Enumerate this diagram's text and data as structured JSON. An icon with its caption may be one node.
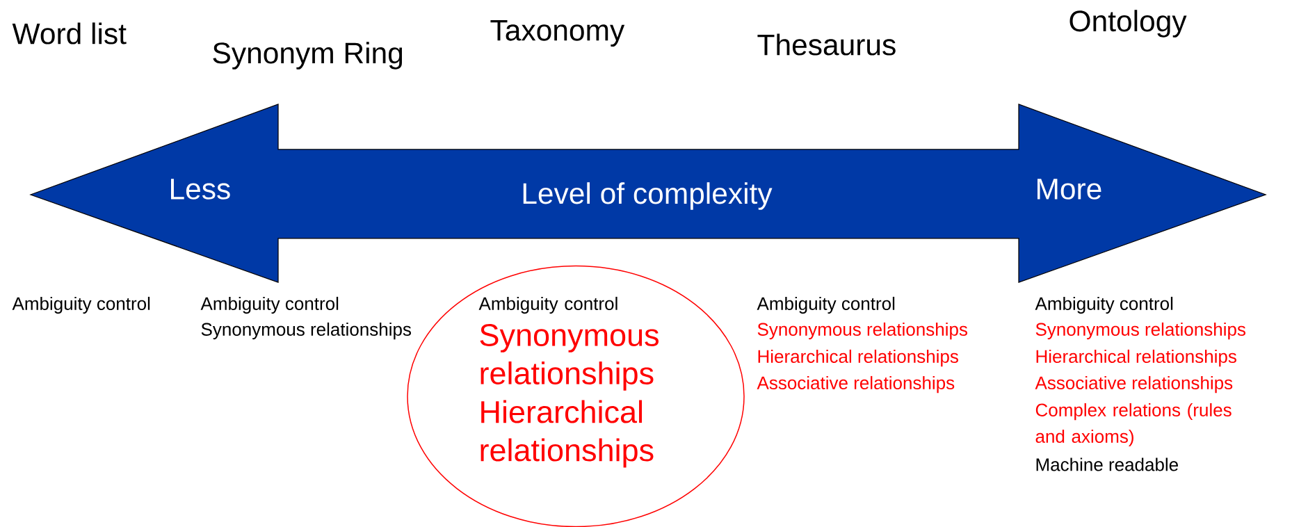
{
  "diagram": {
    "nodes": [
      {
        "text": [
          "Less",
          "Level of complexity",
          "More"
        ]
      },
      {
        "text": [
          "Ambiguity control",
          "Synonymous relationships",
          "Hierarchical relationships"
        ]
      }
    ],
    "labels": [
      "Word list",
      "Synonym Ring",
      "Taxonomy",
      "Thesaurus",
      "Ontology",
      "Ambiguity control",
      "Ambiguity control",
      "Synonymous relationships",
      "Ambiguity control",
      "Synonymous relationships",
      "Hierarchical relationships",
      "Associative relationships",
      "Ambiguity control",
      "Synonymous relationships",
      "Hierarchical relationships",
      "Associative relationships",
      "Complex relations (rules and axioms)",
      "Machine readable"
    ]
  }
}
